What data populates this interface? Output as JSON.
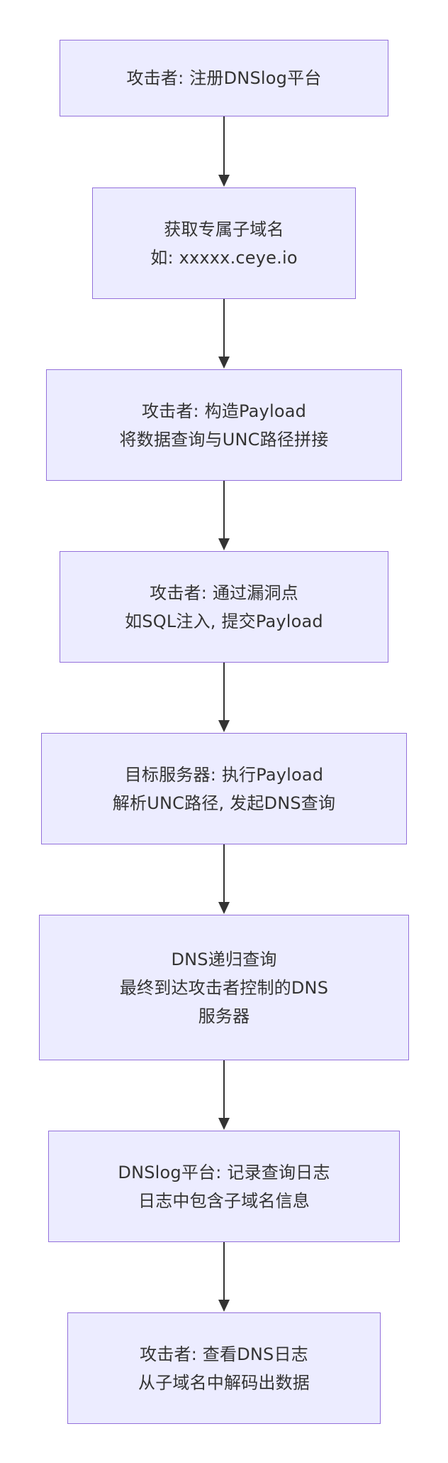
{
  "flowchart": {
    "nodes": [
      {
        "id": "n1",
        "lines": [
          "攻击者: 注册DNSlog平台"
        ]
      },
      {
        "id": "n2",
        "lines": [
          "获取专属子域名",
          "如: xxxxx.ceye.io"
        ]
      },
      {
        "id": "n3",
        "lines": [
          "攻击者: 构造Payload",
          "将数据查询与UNC路径拼接"
        ]
      },
      {
        "id": "n4",
        "lines": [
          "攻击者: 通过漏洞点",
          "如SQL注入, 提交Payload"
        ]
      },
      {
        "id": "n5",
        "lines": [
          "目标服务器: 执行Payload",
          "解析UNC路径, 发起DNS查询"
        ]
      },
      {
        "id": "n6",
        "lines": [
          "DNS递归查询",
          "最终到达攻击者控制的DNS",
          "服务器"
        ]
      },
      {
        "id": "n7",
        "lines": [
          "DNSlog平台: 记录查询日志",
          "日志中包含子域名信息"
        ]
      },
      {
        "id": "n8",
        "lines": [
          "攻击者: 查看DNS日志",
          "从子域名中解码出数据"
        ]
      }
    ],
    "edges": [
      {
        "from": "n1",
        "to": "n2"
      },
      {
        "from": "n2",
        "to": "n3"
      },
      {
        "from": "n3",
        "to": "n4"
      },
      {
        "from": "n4",
        "to": "n5"
      },
      {
        "from": "n5",
        "to": "n6"
      },
      {
        "from": "n6",
        "to": "n7"
      },
      {
        "from": "n7",
        "to": "n8"
      }
    ],
    "colors": {
      "node_fill": "#ECECFF",
      "node_border": "#9370DB",
      "text": "#333333",
      "edge": "#333333"
    }
  }
}
